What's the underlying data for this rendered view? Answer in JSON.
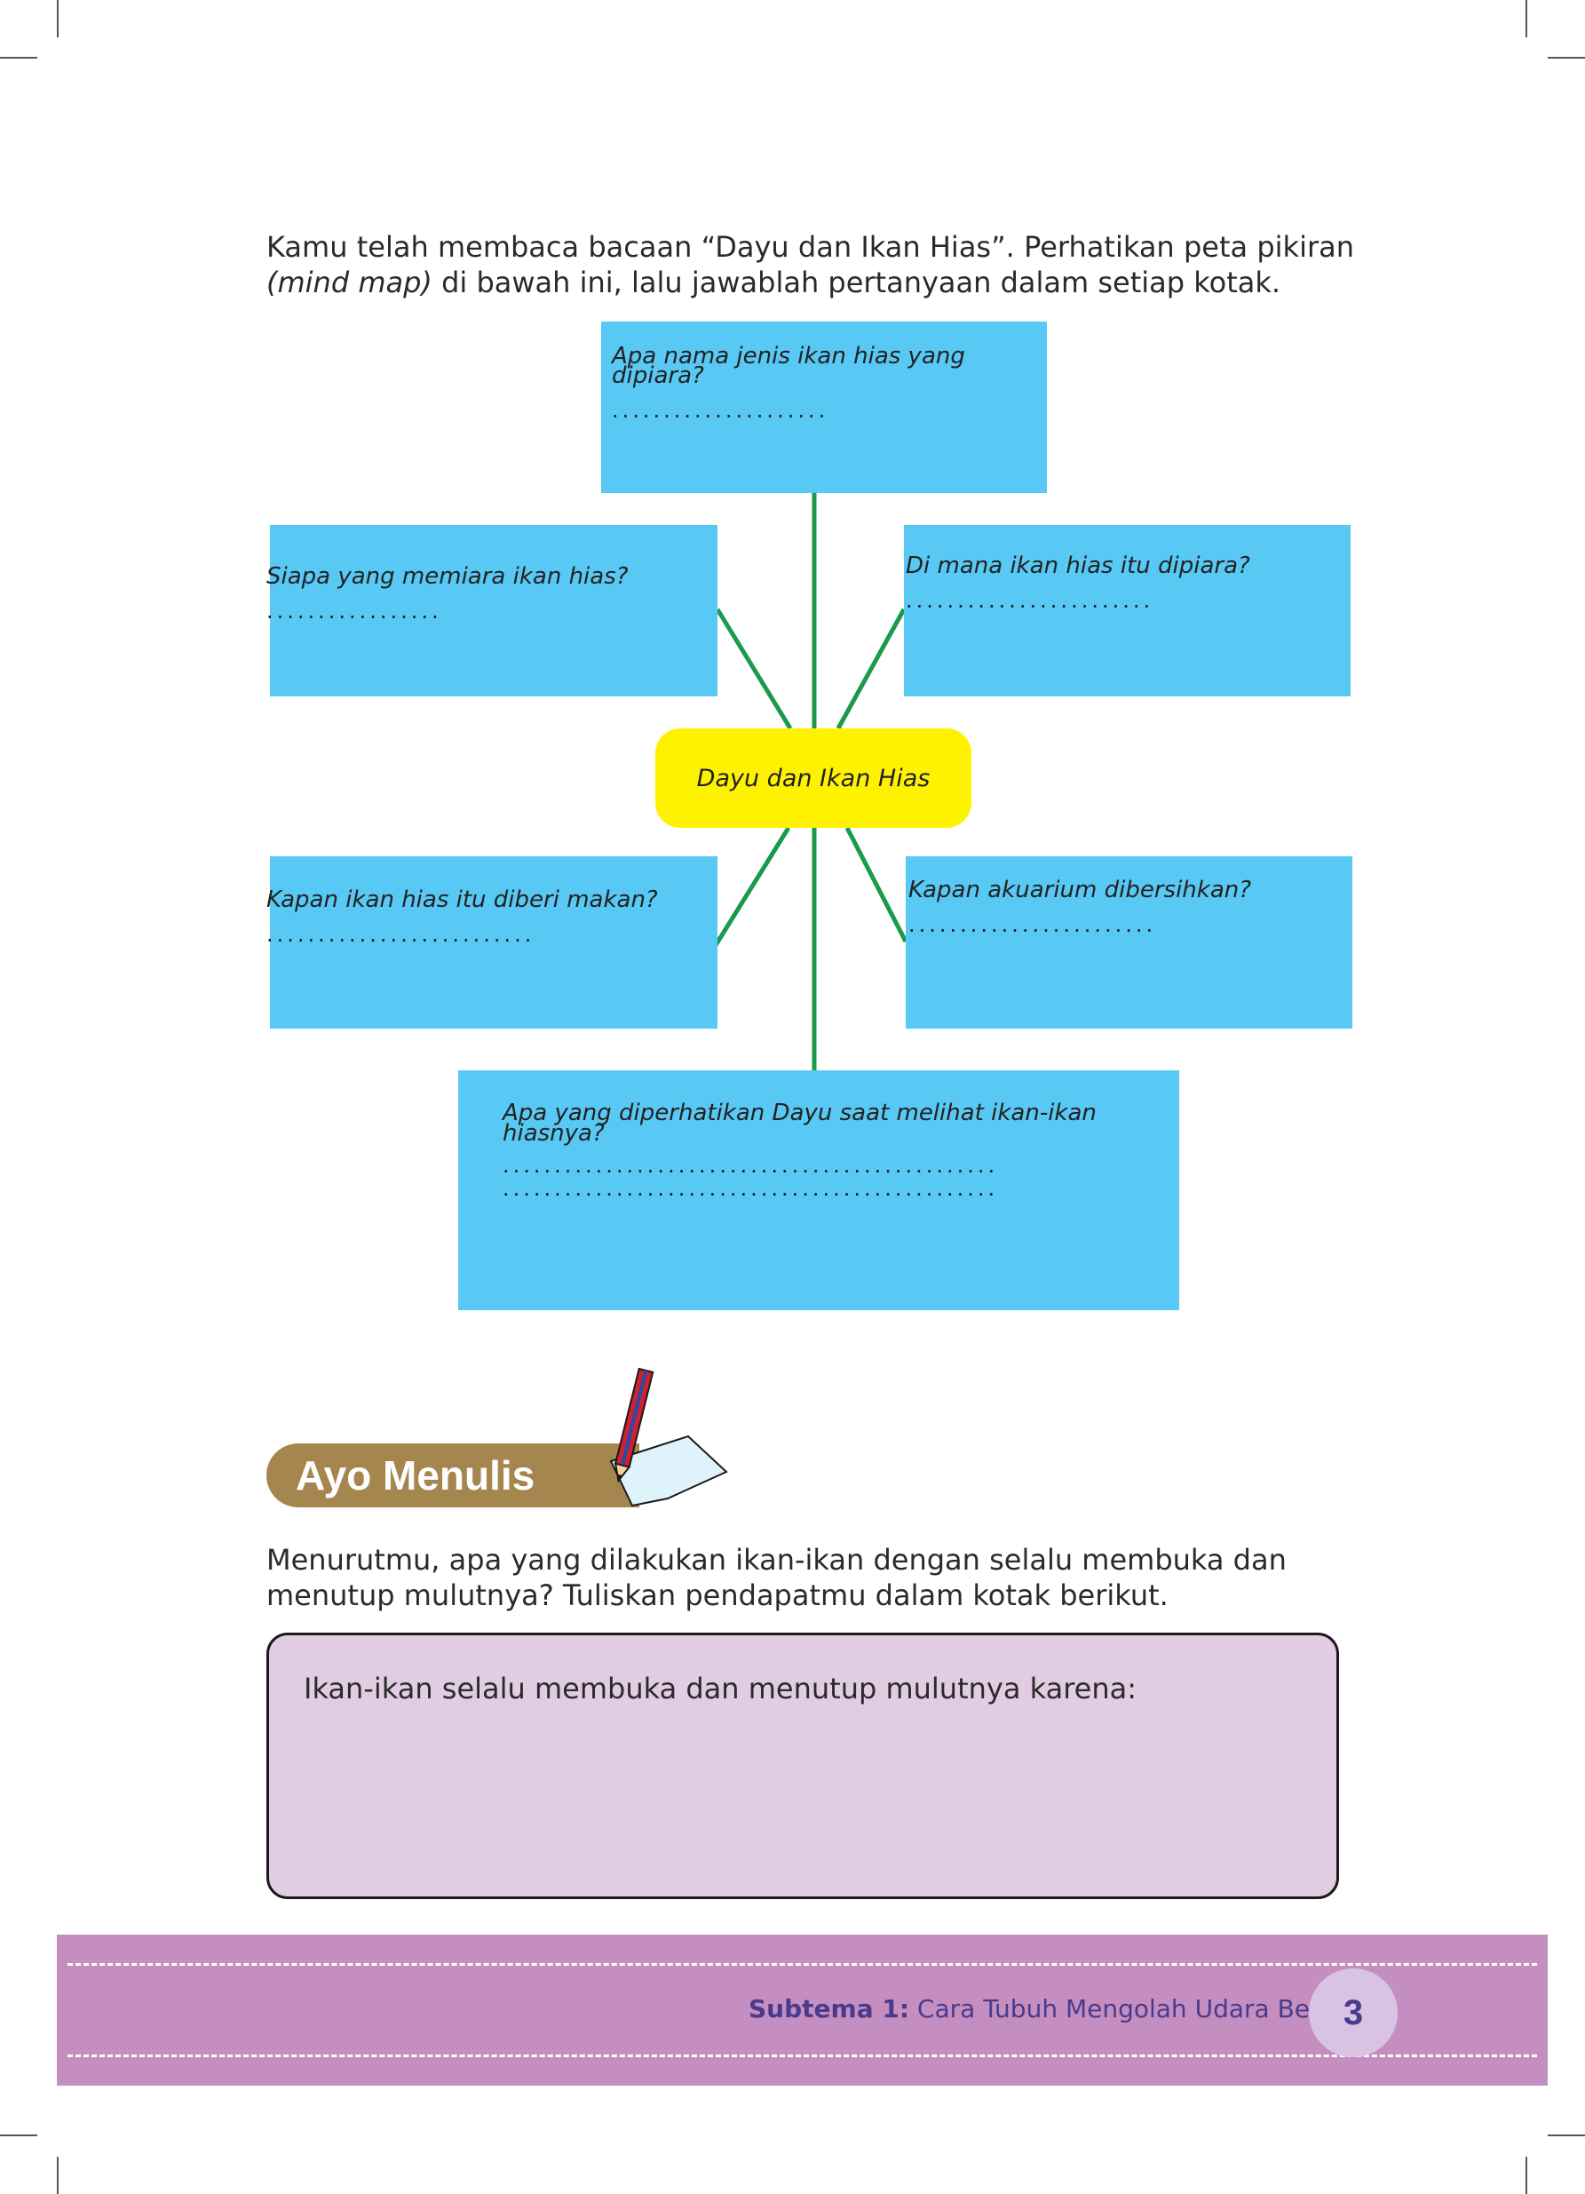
{
  "intro": {
    "line1": "Kamu telah membaca bacaan “Dayu dan Ikan Hias”. Perhatikan peta pikiran",
    "line2_italic": "(mind map)",
    "line2_rest": " di bawah ini, lalu jawablah pertanyaan dalam setiap kotak."
  },
  "mind_map": {
    "center": "Dayu dan Ikan Hias",
    "top": {
      "question": "Apa nama jenis ikan hias yang dipiara?",
      "line1": "Apa nama jenis ikan hias yang",
      "line2": "dipiara?",
      "dots": "....................."
    },
    "upper_left": {
      "question": "Siapa yang memiara ikan hias?",
      "dots": "................."
    },
    "upper_right": {
      "question": "Di mana ikan hias itu dipiara?",
      "dots": "........................"
    },
    "lower_left": {
      "question": "Kapan ikan hias itu diberi makan?",
      "dots": ".........................."
    },
    "lower_right": {
      "question": "Kapan akuarium dibersihkan?",
      "dots": "........................"
    },
    "bottom": {
      "question": "Apa yang diperhatikan Dayu saat melihat ikan-ikan hiasnya?",
      "line1": "Apa yang diperhatikan Dayu saat melihat ikan-ikan",
      "line2": "hiasnya?",
      "dots1": "................................................",
      "dots2": "................................................"
    }
  },
  "section": {
    "title": "Ayo Menulis"
  },
  "writing": {
    "line1": "Menurutmu, apa yang dilakukan ikan-ikan dengan selalu membuka dan",
    "line2": "menutup mulutnya? Tuliskan pendapatmu dalam kotak berikut.",
    "answer_prompt": "Ikan-ikan selalu membuka dan menutup mulutnya karena:"
  },
  "footer": {
    "subtheme_label": "Subtema 1:",
    "subtheme_title": " Cara Tubuh Mengolah Udara Bersih",
    "page_number": "3"
  },
  "colors": {
    "box_blue": "#58c8f4",
    "center_yellow": "#fff200",
    "connector_green": "#1a9a4a",
    "section_brown": "#a6864f",
    "answer_lilac": "#e2cce3",
    "footer_pink": "#c58ec0",
    "footer_text": "#4a3a8c"
  },
  "icons": {
    "section_icon": "pencil-and-paper-icon"
  }
}
